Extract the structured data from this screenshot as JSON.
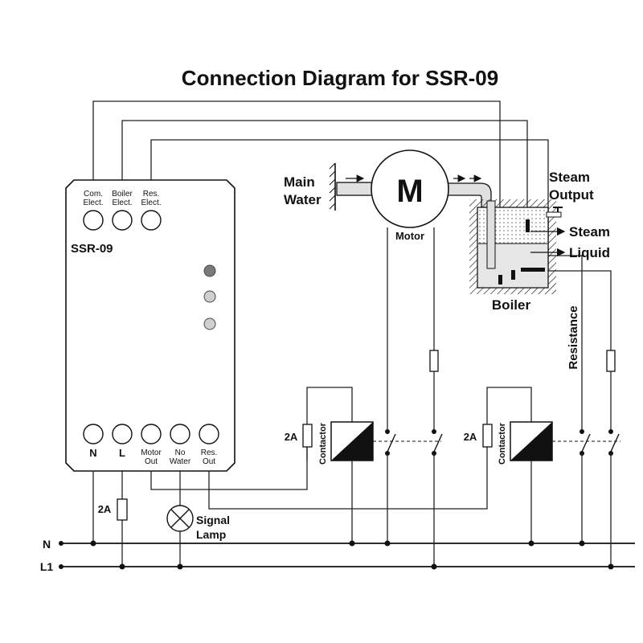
{
  "title": "Connection Diagram for SSR-09",
  "device": {
    "name": "SSR-09",
    "top_terminals": [
      {
        "line1": "Com.",
        "line2": "Elect."
      },
      {
        "line1": "Boiler",
        "line2": "Elect."
      },
      {
        "line1": "Res.",
        "line2": "Elect."
      }
    ],
    "bottom_terminals": [
      {
        "line1": "N",
        "line2": ""
      },
      {
        "line1": "L",
        "line2": ""
      },
      {
        "line1": "Motor",
        "line2": "Out"
      },
      {
        "line1": "No",
        "line2": "Water"
      },
      {
        "line1": "Res.",
        "line2": "Out"
      }
    ],
    "leds": [
      "#7a7a7a",
      "#cfcfcf",
      "#cfcfcf"
    ]
  },
  "motor": {
    "symbol": "M",
    "label": "Motor"
  },
  "main_water": {
    "line1": "Main",
    "line2": "Water"
  },
  "boiler": {
    "label": "Boiler",
    "steam_output_line1": "Steam",
    "steam_output_line2": "Output",
    "steam": "Steam",
    "liquid": "Liquid"
  },
  "resistance": "Resistance",
  "fuse_ratings": {
    "contactor1": "2A",
    "contactor2": "2A",
    "supply": "2A"
  },
  "contactor_label": "Contactor",
  "signal_lamp": {
    "line1": "Signal",
    "line2": "Lamp"
  },
  "mains": {
    "neutral": "N",
    "line": "L1"
  }
}
